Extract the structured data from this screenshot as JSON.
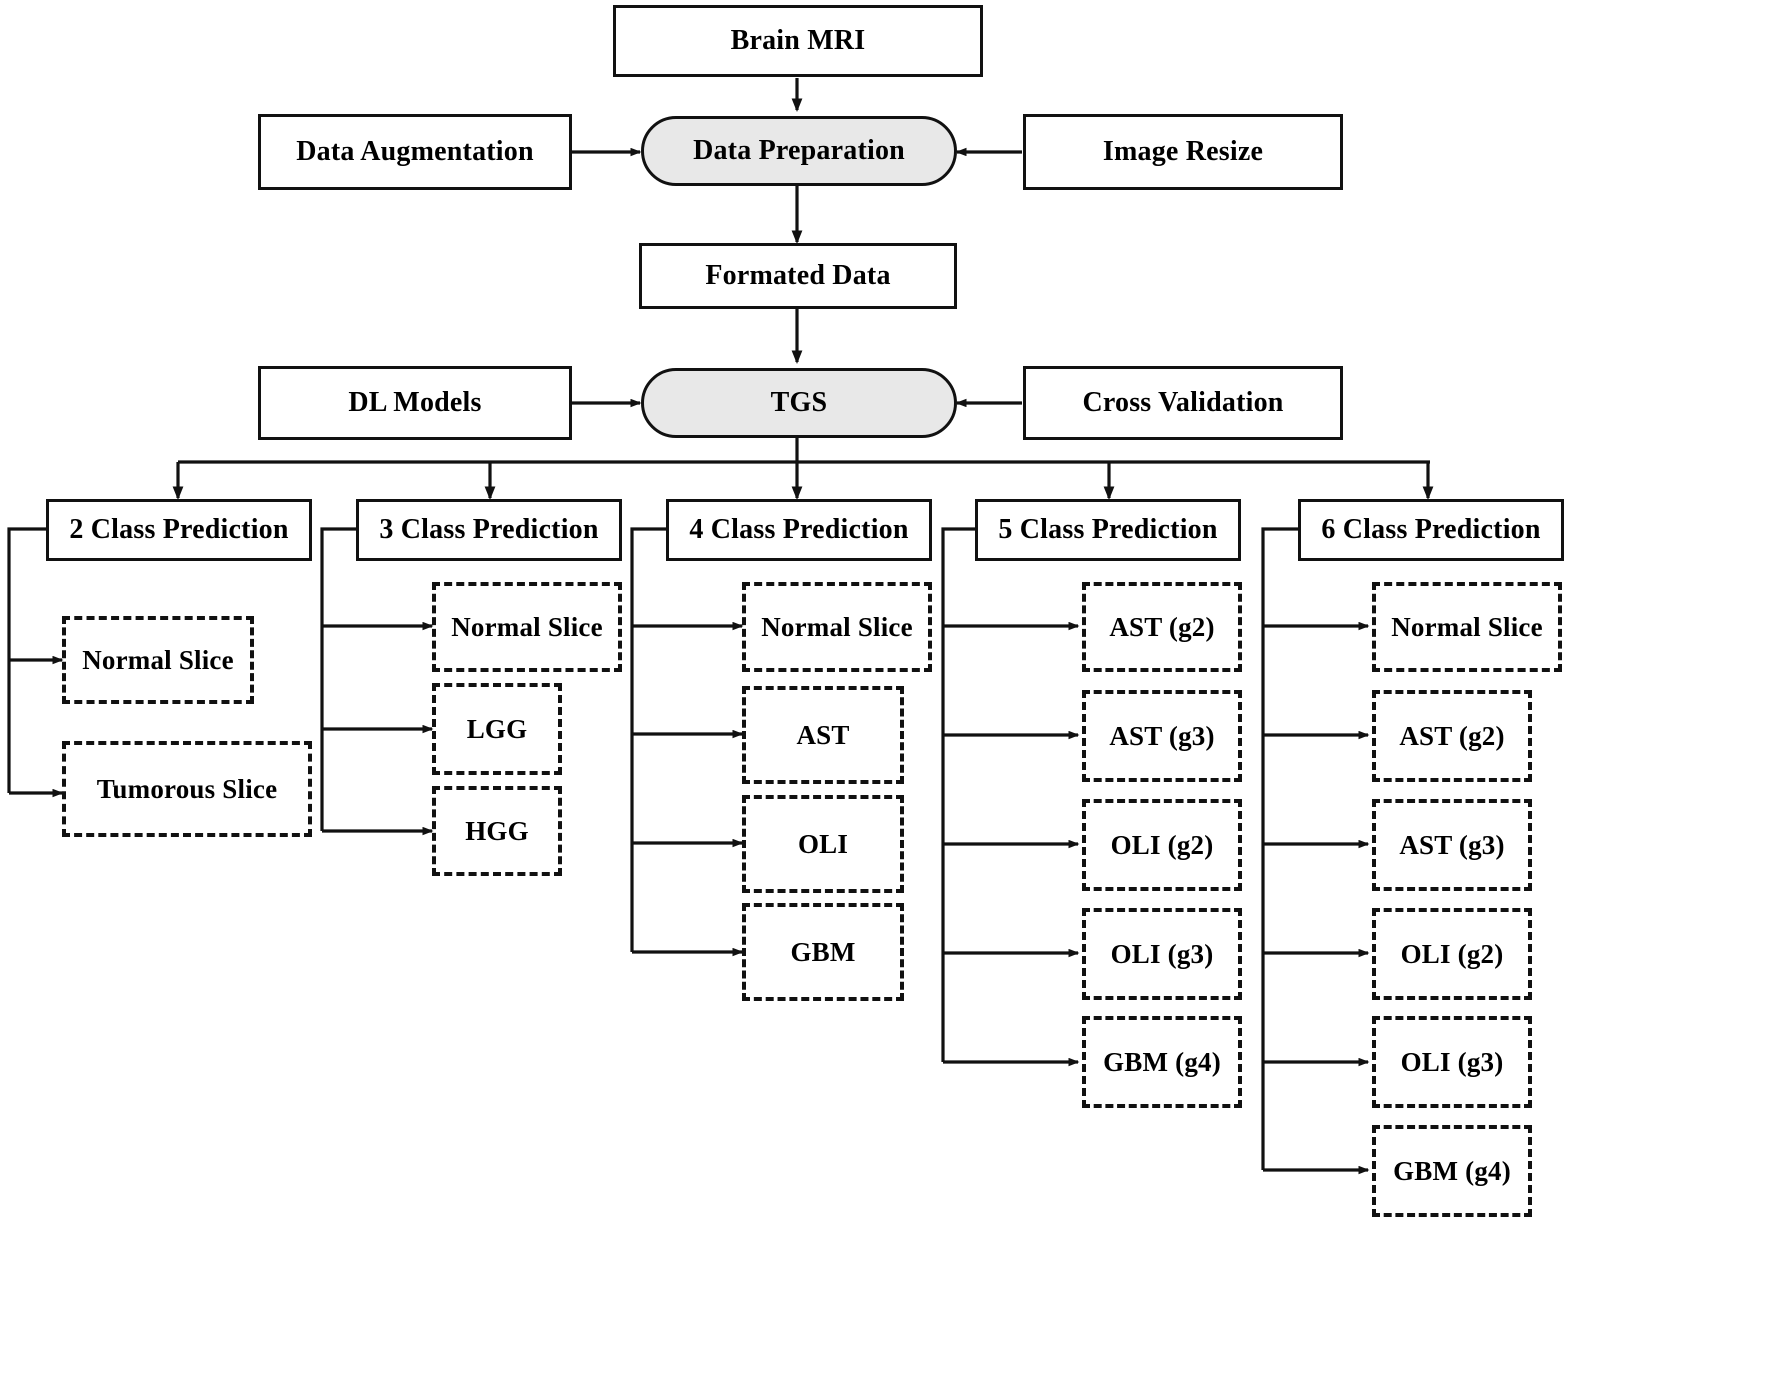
{
  "diagram": {
    "title": "Brain tumor grading/classification pipeline",
    "colors": {
      "stroke": "#111111",
      "pill_fill": "#e8e8e8",
      "box_fill": "#ffffff",
      "background": "#ffffff"
    },
    "pipeline": {
      "source": "Brain MRI",
      "prep_stage": "Data Preparation",
      "prep_left_input": "Data Augmentation",
      "prep_right_input": "Image Resize",
      "formatted": "Formated Data",
      "model_stage": "TGS",
      "model_left_input": "DL  Models",
      "model_right_input": "Cross Validation"
    },
    "columns": [
      {
        "header": "2 Class Prediction",
        "classes": [
          "Normal Slice",
          "Tumorous Slice"
        ]
      },
      {
        "header": "3 Class Prediction",
        "classes": [
          "Normal Slice",
          "LGG",
          "HGG"
        ]
      },
      {
        "header": "4 Class Prediction",
        "classes": [
          "Normal Slice",
          "AST",
          "OLI",
          "GBM"
        ]
      },
      {
        "header": "5 Class Prediction",
        "classes": [
          "AST (g2)",
          "AST (g3)",
          "OLI (g2)",
          "OLI (g3)",
          "GBM (g4)"
        ]
      },
      {
        "header": "6 Class Prediction",
        "classes": [
          "Normal Slice",
          "AST (g2)",
          "AST (g3)",
          "OLI (g2)",
          "OLI (g3)",
          "GBM (g4)"
        ]
      }
    ]
  }
}
